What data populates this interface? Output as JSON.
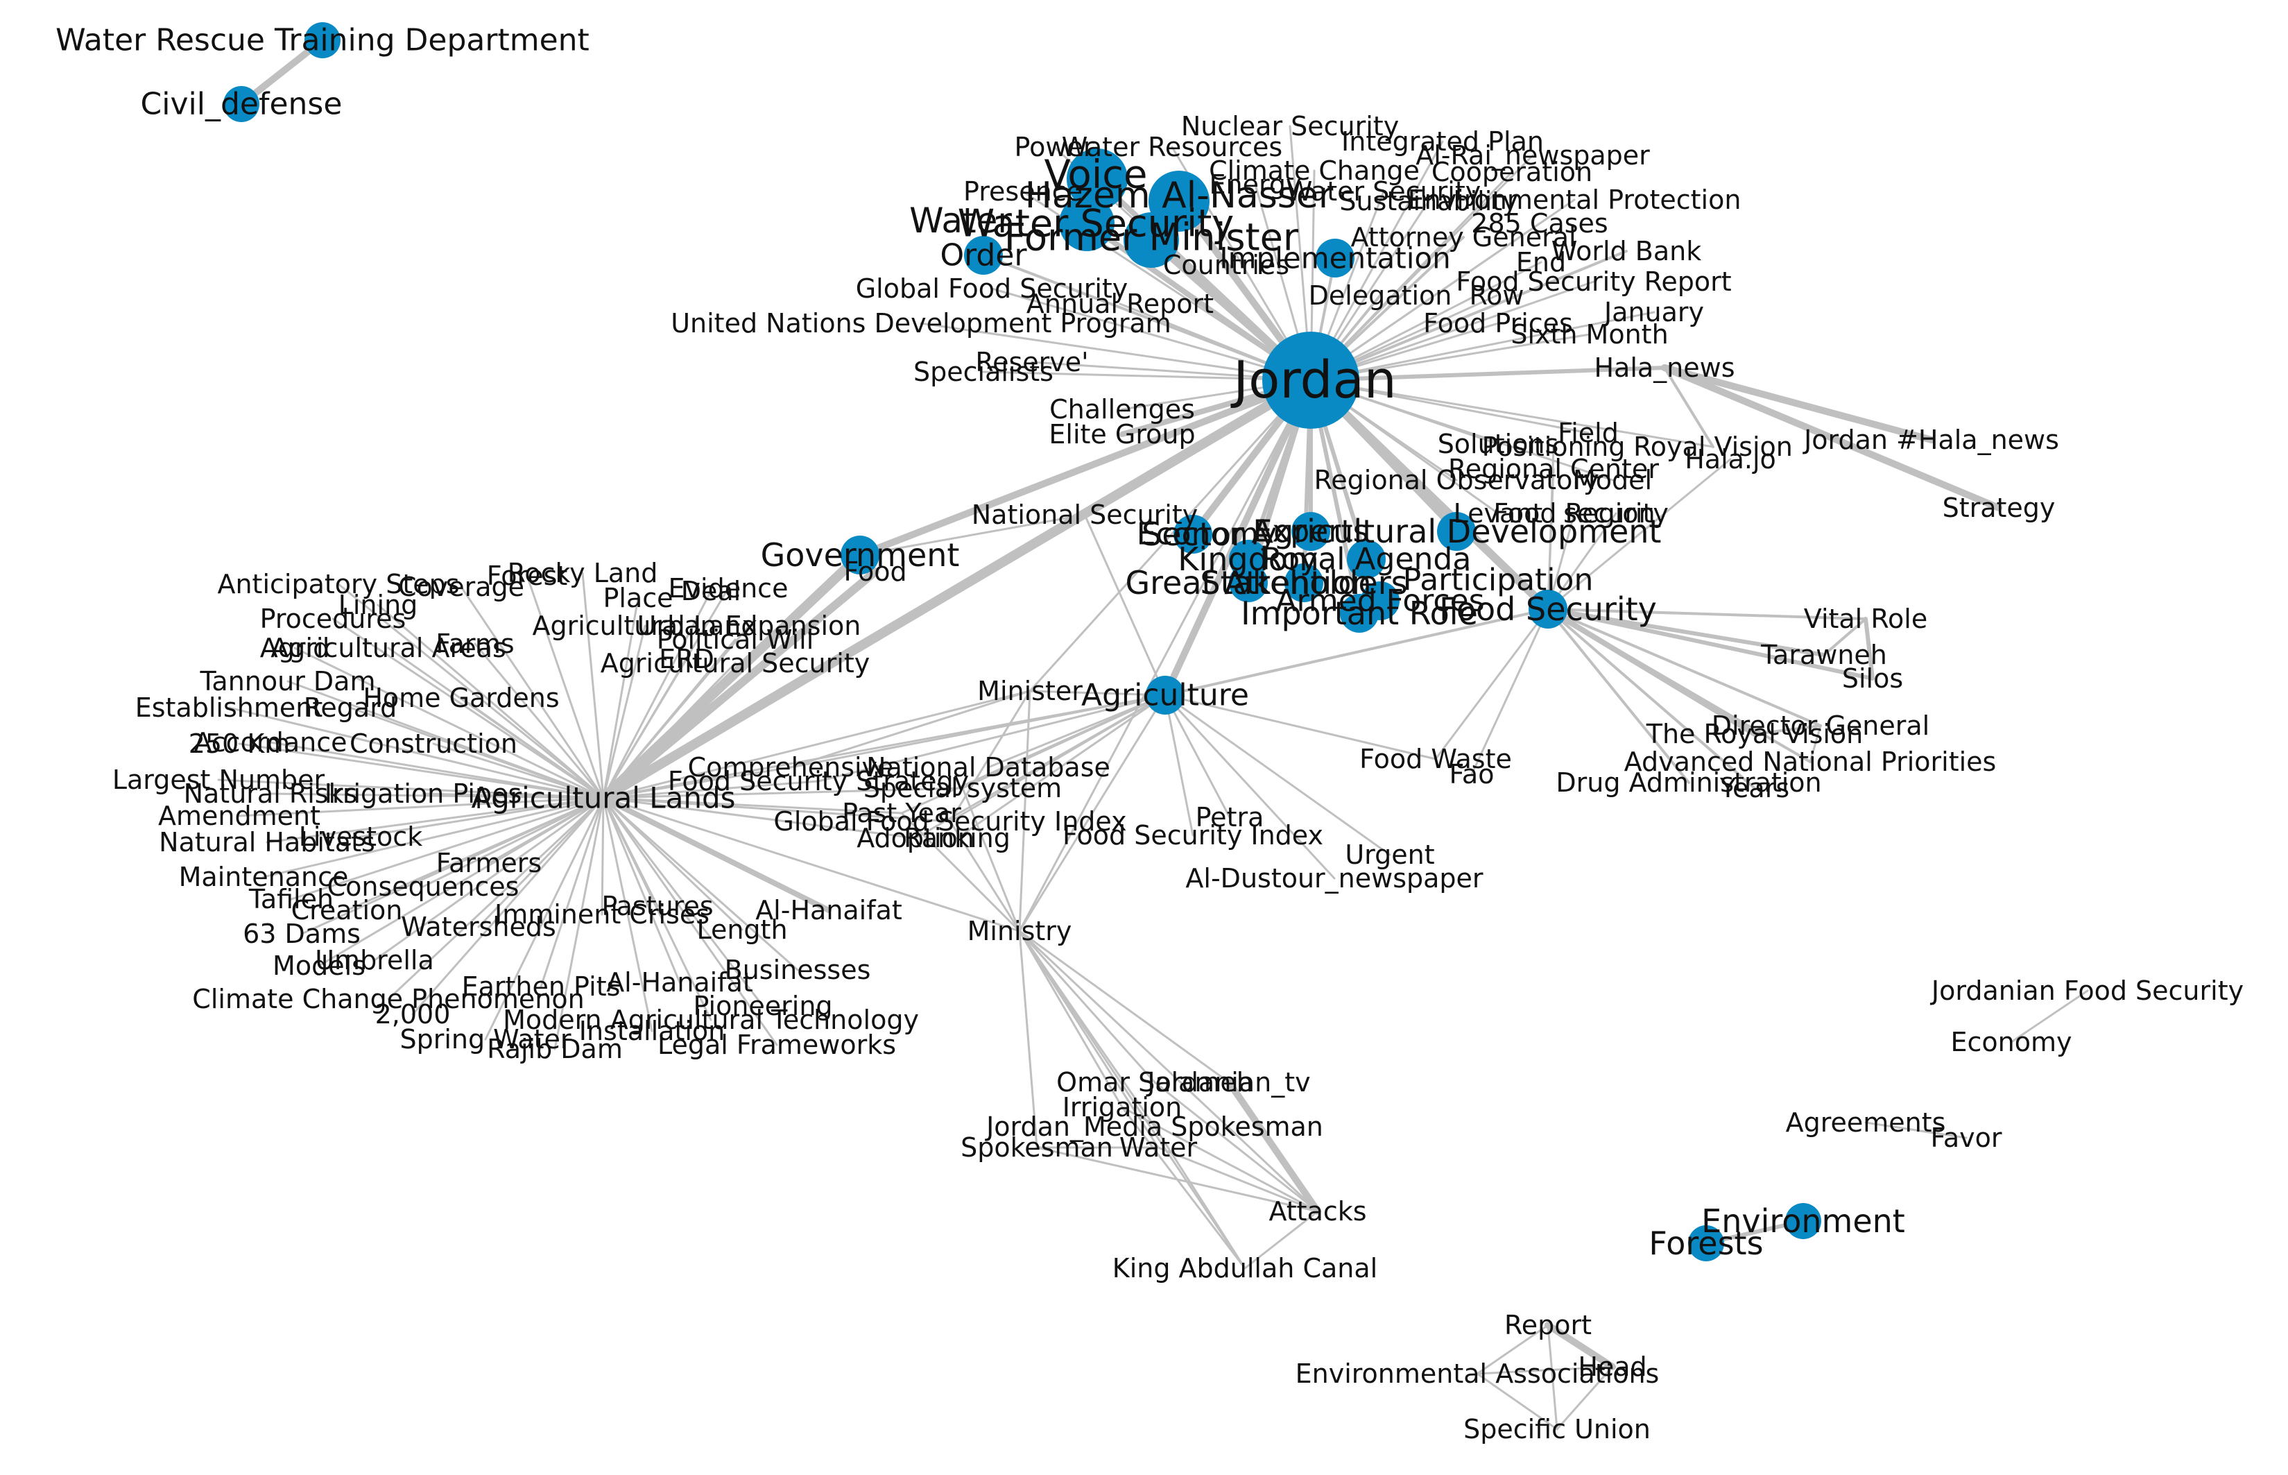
{
  "colors": {
    "node": "#0a8ac4",
    "edge": "#c0c0c0",
    "label": "#111111",
    "background": "#ffffff"
  },
  "hub": "Jordan",
  "node_labels": {
    "n_water_rescue": "Water Rescue Training Department",
    "n_civil_defense": "Civil_defense",
    "n_jordan": "Jordan",
    "n_voice": "Voice",
    "n_hazem": "Hazem Al-Nasser",
    "n_water_security": "Water Security",
    "n_former_minister": "Former Minister",
    "n_water": "Water",
    "n_order": "Order",
    "n_implementation": "Implementation",
    "n_countries": "Countries",
    "n_attorney": "Attorney General",
    "n_285": "285 Cases",
    "n_world_bank": "World Bank",
    "n_end": "End",
    "n_fsr": "Food Security Report",
    "n_january": "January",
    "n_food_prices": "Food Prices",
    "n_sixth_month": "Sixth Month",
    "n_delegation": "Delegation",
    "n_row": "Row",
    "n_nuclear": "Nuclear Security",
    "n_integrated": "Integrated Plan",
    "n_power": "Power",
    "n_water_resources": "Water Resources",
    "n_alrai": "Al-Rai_newspaper",
    "n_climate_change": "Climate Change",
    "n_cooperation": "Cooperation",
    "n_energy": "Energy",
    "n_water_sec2": "Water Security",
    "n_sustainability": "Sustainability",
    "n_env_protection": "Environmental Protection",
    "n_presence": "Presence",
    "n_global_fs": "Global Food Security",
    "n_annual_report": "Annual Report",
    "n_undp": "United Nations Development Program",
    "n_reserve": "Reserve'",
    "n_specialists": "Specialists",
    "n_hala_news": "Hala_news",
    "n_jordan_hala": "Jordan #Hala_news",
    "n_strategy": "Strategy",
    "n_royal_vision": "Royal Vision",
    "n_field": "Field",
    "n_solutions": "Solutions",
    "n_positioning": "Positioning",
    "n_halajo": "Hala.jo",
    "n_regional_center": "Regional Center",
    "n_regional_obs": "Regional Observatory",
    "n_model": "Model",
    "n_levant": "Levant",
    "n_food_region": "Food Region",
    "n_security": "security",
    "n_challenges": "Challenges",
    "n_elite_group": "Elite Group",
    "n_national_security": "National Security",
    "n_government": "Government",
    "n_food": "Food",
    "n_sector": "Sector",
    "n_economy_k": "Economy",
    "n_experts": "Experts",
    "n_agri_dev": "Agricultural Development",
    "n_kingdom": "Kingdom",
    "n_royal_agenda": "Royal Agenda",
    "n_participation": "Participation",
    "n_great_attention": "Great Attention",
    "n_stakeholders": "Stakeholders",
    "n_important_role": "Important Role",
    "n_armed_forces": "Armed Forces",
    "n_food_security": "Food Security",
    "n_vital_role": "Vital Role",
    "n_tarawneh": "Tarawneh",
    "n_silos": "Silos",
    "n_director": "Director General",
    "n_the_royal_vision": "The Royal Vision",
    "n_adv_priorities": "Advanced National Priorities",
    "n_drug_admin": "Drug Administration",
    "n_years": "Years",
    "n_food_waste": "Food Waste",
    "n_fao": "Fao",
    "n_agriculture": "Agriculture",
    "n_minister": "Minister",
    "n_ministry": "Ministry",
    "n_comprehensive": "Comprehensive",
    "n_national_db": "National Database",
    "n_fs_strategy": "Food Security Strategy",
    "n_special_system": "Special system",
    "n_past_year": "Past Year",
    "n_global_fsi": "Global Food Security Index",
    "n_petra": "Petra",
    "n_adoption": "Adoption",
    "n_ranking": "Ranking",
    "n_fsi": "Food Security Index",
    "n_urgent": "Urgent",
    "n_aldustour": "Al-Dustour_newspaper",
    "n_agri_lands": "Agricultural Lands",
    "n_anticipatory": "Anticipatory Steps",
    "n_forest": "Forest",
    "n_rocky_land": "Rocky Land",
    "n_evidence": "Evidence",
    "n_coverage": "Coverage",
    "n_place": "Place",
    "n_deal": "Deal",
    "n_lining": "Lining",
    "n_procedures": "Procedures",
    "n_agri_land": "Agricultural Land",
    "n_urban_exp": "Urban Expansion",
    "n_political_will": "Political Will",
    "n_agrid": "Agrid",
    "n_agri_areas": "Agricultural Areas",
    "n_farms": "Farms",
    "n_erd": "ERD",
    "n_agri_security": "Agricultural Security",
    "n_tannour": "Tannour Dam",
    "n_home_gardens": "Home Gardens",
    "n_establishment": "Establishment",
    "n_regard": "Regard",
    "n_250km": "250 Km",
    "n_accordance": "Accordance",
    "n_construction": "Construction",
    "n_largest": "Largest Number",
    "n_natural_risks": "Natural Risks",
    "n_irrigation_pipes": "Irrigation Pipes",
    "n_amendment": "Amendment",
    "n_livestock": "Livestock",
    "n_natural_habitats": "Natural Habitats",
    "n_farmers": "Farmers",
    "n_maintenance": "Maintenance",
    "n_consequences": "Consequences",
    "n_tafileh": "Tafileh",
    "n_creation": "Creation",
    "n_imminent": "Imminent Crises",
    "n_pastures": "Pastures",
    "n_63dams": "63 Dams",
    "n_watersheds": "Watersheds",
    "n_length": "Length",
    "n_models": "Models",
    "n_umbrella": "Umbrella",
    "n_alhanaifat1": "Al-Hanaifat",
    "n_earthen_pits": "Earthen Pits",
    "n_alhanaifat2": "Al-Hanaifat",
    "n_businesses": "Businesses",
    "n_climate_phenomenon": "Climate Change Phenomenon",
    "n_pioneering": "Pioneering",
    "n_2000": "2,000",
    "n_modern_agri": "Modern Agricultural Technology",
    "n_installation": "Installation",
    "n_spring_water": "Spring Water",
    "n_legal_frameworks": "Legal Frameworks",
    "n_rajib_dam": "Rajib Dam",
    "n_omar": "Omar Salameh",
    "n_jordanian_tv": "Jordanian_tv",
    "n_irrigation": "Irrigation",
    "n_jordan_media": "Jordan_Media Spokesman",
    "n_spokesman": "Spokesman",
    "n_water_m": "Water",
    "n_attacks": "Attacks",
    "n_king_abdullah": "King Abdullah Canal",
    "n_jordanian_fs": "Jordanian Food Security",
    "n_economy2": "Economy",
    "n_agreements": "Agreements",
    "n_favor": "Favor",
    "n_environment": "Environment",
    "n_forests": "Forests",
    "n_report": "Report",
    "n_head": "Head",
    "n_env_associations": "Environmental Associations",
    "n_specific_union": "Specific Union"
  }
}
